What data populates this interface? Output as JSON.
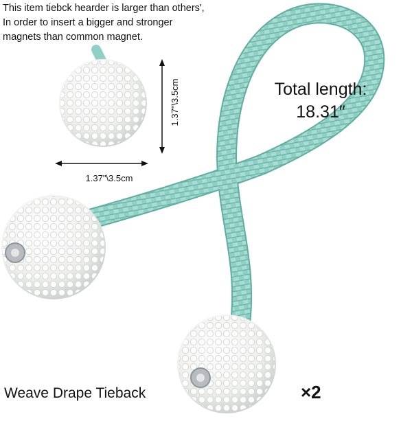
{
  "note": {
    "lines": [
      "This item tiebck hearder is larger than others',",
      "In order to insert a bigger and stronger",
      "magnets than common magnet."
    ]
  },
  "total_length": {
    "label": "Total length:",
    "value": "18.31″"
  },
  "dimensions": {
    "width": "1.37\"\\3.5cm",
    "height": "1.37\"\\3.5cm"
  },
  "product": {
    "name": "Weave Drape Tieback",
    "quantity": "×2"
  },
  "colors": {
    "rope": "#8fcfc4",
    "rope_dark": "#5faea0",
    "pearl": "#f7f7f5",
    "pearl_shadow": "#d9dbd9",
    "metal": "#b8bcbf"
  }
}
